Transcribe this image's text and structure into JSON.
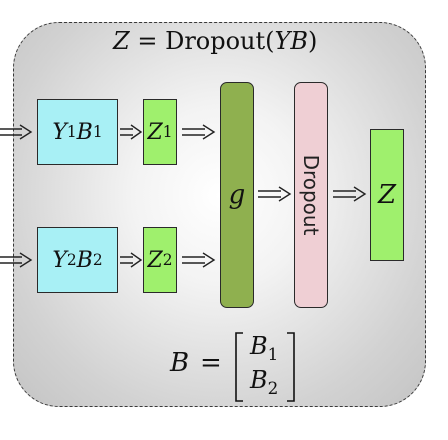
{
  "title": {
    "lhs": "Z",
    "eq": "=",
    "fn": "Dropout(",
    "arg": "YB",
    "close": ")"
  },
  "inputs": [
    {
      "base": "Y",
      "sub1": "1",
      "base2": "B",
      "sub2": "1"
    },
    {
      "base": "Y",
      "sub1": "2",
      "base2": "B",
      "sub2": "2"
    }
  ],
  "z_nodes": [
    {
      "base": "Z",
      "sub": "1"
    },
    {
      "base": "Z",
      "sub": "2"
    }
  ],
  "g_label": "g",
  "dropout_label": "Dropout",
  "output_label": "Z",
  "b_equation": {
    "lhs": "B",
    "eq": "=",
    "row1_base": "B",
    "row1_sub": "1",
    "row2_base": "B",
    "row2_sub": "2"
  },
  "colors": {
    "input_box": "#a8f0f5",
    "z_box": "#9ff06d",
    "g_box": "#8fb04f",
    "dropout_box": "#efcfd4",
    "output_box": "#9ff06d"
  },
  "icons": [
    "double-arrow-icon"
  ]
}
